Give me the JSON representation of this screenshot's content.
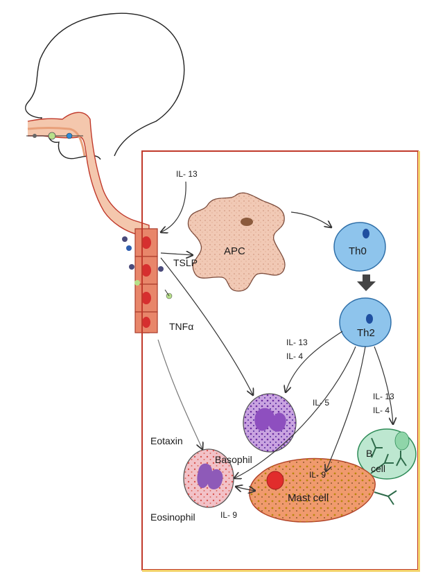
{
  "labels": {
    "il13_top": "IL- 13",
    "apc": "APC",
    "th0": "Th0",
    "tslp": "TSLP",
    "th2": "Th2",
    "tnfa": "TNFα",
    "il13_left": "IL- 13",
    "il4_left": "IL- 4",
    "il5": "IL- 5",
    "il13_right": "IL- 13",
    "il4_right": "IL- 4",
    "eotaxin": "Eotaxin",
    "basophil": "Basophil",
    "b_cell_b": "B",
    "b_cell_cell": "cell",
    "il9_mid": "IL- 9",
    "eosinophil": "Eosinophil",
    "il9_bottom": "IL- 9",
    "mast_cell": "Mast cell"
  },
  "colors": {
    "frame": "#c0392b",
    "airway": "#e8a07a",
    "apc_fill": "#f1c9b5",
    "th_fill": "#8ec4ec",
    "basophil_fill": "#c9a3e0",
    "eosinophil_fill": "#f2c2c8",
    "bcell_fill": "#bde7d0",
    "mast_fill": "#f09a6e",
    "arrow": "#333333"
  }
}
